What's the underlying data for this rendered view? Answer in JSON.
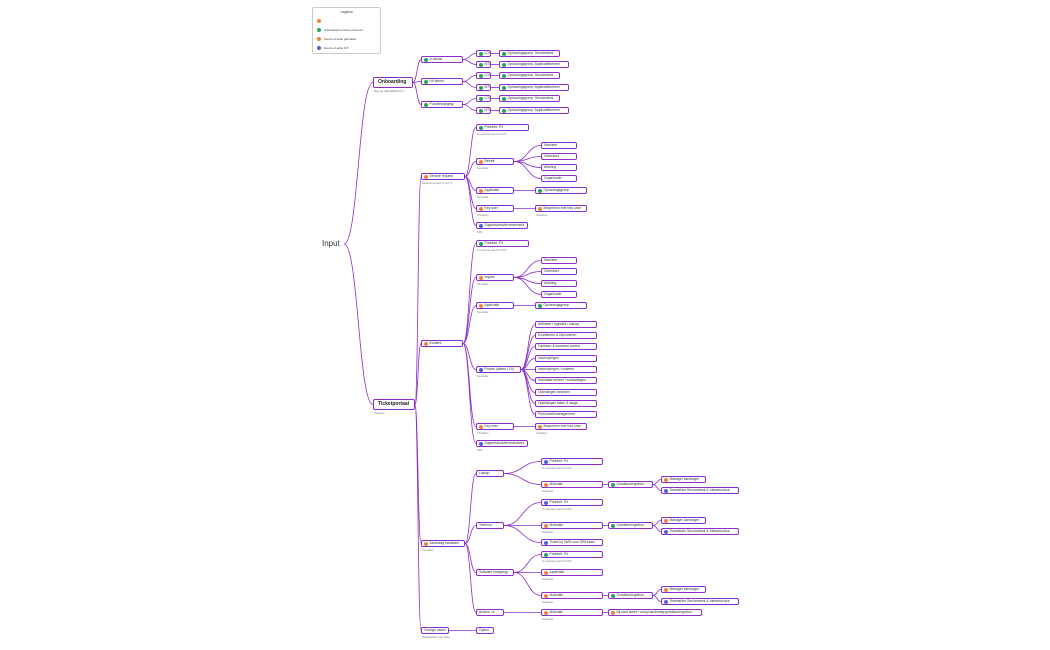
{
  "colors": {
    "edge": "#8a2ec8",
    "green": "#26a65b",
    "orange": "#f0843c",
    "blue": "#4f63d6"
  },
  "legend": {
    "title": "Legend",
    "items": [
      {
        "label": "...",
        "color": "orange"
      },
      {
        "label": "Automatisch proces of keuze ...",
        "color": "green"
      },
      {
        "label": "Keuze of actie gebruiker",
        "color": "orange"
      },
      {
        "label": "Keuze of actie ICT",
        "color": "blue"
      }
    ]
  },
  "nodes": [
    {
      "id": "root",
      "label": "Input",
      "type": "root"
    },
    {
      "id": "onb",
      "label": "Onboarding",
      "type": "big",
      "sub": "Mag via (HR/LERM/etc)(?)"
    },
    {
      "id": "tick",
      "label": "Ticketportaal",
      "type": "big",
      "sub": "Startpunt"
    },
    {
      "id": "ind",
      "label": "In dienst",
      "icon": "green"
    },
    {
      "id": "uit",
      "label": "Uit dienst",
      "icon": "green"
    },
    {
      "id": "fun",
      "label": "Functiewijziging",
      "icon": "green"
    },
    {
      "id": "ind_loi",
      "label": "LOI",
      "icon": "green"
    },
    {
      "id": "ind_nti",
      "label": "NTI",
      "icon": "green"
    },
    {
      "id": "uit_loi",
      "label": "LOI",
      "icon": "green"
    },
    {
      "id": "uit_nti",
      "label": "NTI",
      "icon": "green"
    },
    {
      "id": "fun_loi",
      "label": "LOI",
      "icon": "green"
    },
    {
      "id": "fun_nti",
      "label": "NTI",
      "icon": "green"
    },
    {
      "id": "o1",
      "label": "Oplossingsgroep: Servicedesk",
      "icon": "green"
    },
    {
      "id": "o2",
      "label": "Oplossingsgroep: Applicatiebeheer",
      "icon": "green"
    },
    {
      "id": "o3",
      "label": "Oplossingsgroep: Servicedesk",
      "icon": "green"
    },
    {
      "id": "o4",
      "label": "Oplossingsgroep: Applicatiebeheer",
      "icon": "green"
    },
    {
      "id": "o5",
      "label": "Oplossingsgroep: Servicedesk",
      "icon": "green"
    },
    {
      "id": "o6",
      "label": "Oplossingsgroep: Applicatiebeheer",
      "icon": "green"
    },
    {
      "id": "sr",
      "label": "Service request",
      "icon": "orange",
      "sub": "Request (service?) (incl ?)"
    },
    {
      "id": "inc",
      "label": "Incident",
      "icon": "orange"
    },
    {
      "id": "aan",
      "label": "Aanvraag hardware",
      "icon": "orange",
      "sub": "Keuzelijst"
    },
    {
      "id": "ove",
      "label": "Overige zaken",
      "sub": "Rechtstreeks naar SaTa"
    },
    {
      "id": "sr_p",
      "label": "Prioriteit: P3",
      "icon": "green",
      "sub": "To overrule naar P4 of P2"
    },
    {
      "id": "sr_b",
      "label": "Betreft",
      "icon": "orange",
      "sub": "Keuzelijst"
    },
    {
      "id": "sr_a",
      "label": "Applicatie",
      "icon": "orange",
      "sub": "Keuzelijst"
    },
    {
      "id": "sr_k",
      "label": "Key user",
      "icon": "orange",
      "sub": "Checkbox"
    },
    {
      "id": "sr_s",
      "label": "Supportdesk/tevredenheid",
      "icon": "blue",
      "sub": "KPIs"
    },
    {
      "id": "sr_b1",
      "label": "Wachten"
    },
    {
      "id": "sr_b2",
      "label": "Gebruiker"
    },
    {
      "id": "sr_b3",
      "label": "Afdeling"
    },
    {
      "id": "sr_b4",
      "label": "Organisatie"
    },
    {
      "id": "sr_a1",
      "label": "Oplossingsgroep",
      "icon": "green"
    },
    {
      "id": "sr_k1",
      "label": "Bespreken met Key User",
      "icon": "orange",
      "sub": "Checkbox"
    },
    {
      "id": "inc_p",
      "label": "Prioriteit: P3",
      "icon": "green",
      "sub": "To overrule naar P1 of P2"
    },
    {
      "id": "inc_i",
      "label": "Impact",
      "icon": "orange",
      "sub": "Keuzelijst"
    },
    {
      "id": "inc_a",
      "label": "Applicatie",
      "icon": "orange",
      "sub": "Keuzelijst"
    },
    {
      "id": "inc_pr",
      "label": "Proces (alleen LOI)",
      "icon": "blue",
      "sub": "Keuzelijst"
    },
    {
      "id": "inc_k",
      "label": "Key user",
      "icon": "orange",
      "sub": "Checkbox"
    },
    {
      "id": "inc_s",
      "label": "Supportdesk/tevredenheid",
      "icon": "blue",
      "sub": "KPIs"
    },
    {
      "id": "inc_i1",
      "label": "Wachten"
    },
    {
      "id": "inc_i2",
      "label": "Gebruiker"
    },
    {
      "id": "inc_i3",
      "label": "Afdeling"
    },
    {
      "id": "inc_i4",
      "label": "Organisatie"
    },
    {
      "id": "inc_a1",
      "label": "Oplossingsgroep",
      "icon": "green"
    },
    {
      "id": "pr1",
      "label": "Artikelen / logistiek / inkoop"
    },
    {
      "id": "pr2",
      "label": "Examinerin & Diplomeren"
    },
    {
      "id": "pr3",
      "label": "Facturen & business control"
    },
    {
      "id": "pr4",
      "label": "Inschrijvingen"
    },
    {
      "id": "pr5",
      "label": "Inschrijvingen / routeren"
    },
    {
      "id": "pr6",
      "label": "Klantdata beheer / contactlagen"
    },
    {
      "id": "pr7",
      "label": "Opleidingen inrichten"
    },
    {
      "id": "pr8",
      "label": "Opleidingen taken & stage"
    },
    {
      "id": "pr9",
      "label": "Personeelsmanagement"
    },
    {
      "id": "inc_k1",
      "label": "Bespreken met Key User",
      "icon": "orange",
      "sub": "Checkbox"
    },
    {
      "id": "lap",
      "label": "Laptop"
    },
    {
      "id": "tel",
      "label": "Telefoon"
    },
    {
      "id": "sof",
      "label": "Software (toegang)"
    },
    {
      "id": "and",
      "label": "Anders, nl."
    },
    {
      "id": "opt",
      "label": "Opties"
    },
    {
      "id": "lap_p",
      "label": "Prioriteit: P4",
      "icon": "blue",
      "sub": "To overrule naar P4 of P2"
    },
    {
      "id": "lap_m",
      "label": "Motivatie",
      "icon": "orange",
      "sub": "Tekstveld"
    },
    {
      "id": "lap_g",
      "label": "Goedkeuringsflow",
      "icon": "green"
    },
    {
      "id": "lap_g1",
      "label": "Manager aanvrager",
      "icon": "orange"
    },
    {
      "id": "lap_g2",
      "label": "Teamleider Servicedesk & Infrastructuur",
      "icon": "blue"
    },
    {
      "id": "tel_p",
      "label": "Prioriteit: P4",
      "icon": "blue",
      "sub": "To overrule naar P4 of P2"
    },
    {
      "id": "tel_m",
      "label": "Motivatie",
      "icon": "orange",
      "sub": "Tekstveld"
    },
    {
      "id": "tel_t",
      "label": "Ticket bij SaTa voor SIM-kaart",
      "icon": "blue"
    },
    {
      "id": "tel_g",
      "label": "Goedkeuringsflow",
      "icon": "green"
    },
    {
      "id": "tel_g1",
      "label": "Manager aanvrager",
      "icon": "orange"
    },
    {
      "id": "tel_g2",
      "label": "Teamleider Servicedesk & Infrastructuur",
      "icon": "blue"
    },
    {
      "id": "sof_p",
      "label": "Prioriteit: P4",
      "icon": "green",
      "sub": "To overrule naar P4 of P2"
    },
    {
      "id": "sof_a",
      "label": "Applicatie",
      "icon": "orange",
      "sub": "Tekstveld"
    },
    {
      "id": "sof_m",
      "label": "Motivatie",
      "icon": "orange",
      "sub": "Tekstveld"
    },
    {
      "id": "sof_g",
      "label": "Goedkeuringsflow",
      "icon": "green"
    },
    {
      "id": "sof_g1",
      "label": "Manager aanvrager",
      "icon": "orange"
    },
    {
      "id": "sof_g2",
      "label": "Teamleider Servicedesk & Infrastructuur",
      "icon": "blue"
    },
    {
      "id": "and_m",
      "label": "Motivatie",
      "icon": "orange",
      "sub": "Tekstveld"
    },
    {
      "id": "and_b",
      "label": "Bij start ticket / volog handmatig goedkeuringsflow",
      "icon": "orange"
    }
  ],
  "edges": [
    [
      "root",
      "onb"
    ],
    [
      "root",
      "tick"
    ],
    [
      "onb",
      "ind"
    ],
    [
      "onb",
      "uit"
    ],
    [
      "onb",
      "fun"
    ],
    [
      "ind",
      "ind_loi"
    ],
    [
      "ind",
      "ind_nti"
    ],
    [
      "uit",
      "uit_loi"
    ],
    [
      "uit",
      "uit_nti"
    ],
    [
      "fun",
      "fun_loi"
    ],
    [
      "fun",
      "fun_nti"
    ],
    [
      "ind_loi",
      "o1"
    ],
    [
      "ind_nti",
      "o2"
    ],
    [
      "uit_loi",
      "o3"
    ],
    [
      "uit_nti",
      "o4"
    ],
    [
      "fun_loi",
      "o5"
    ],
    [
      "fun_nti",
      "o6"
    ],
    [
      "tick",
      "sr"
    ],
    [
      "tick",
      "inc"
    ],
    [
      "tick",
      "aan"
    ],
    [
      "tick",
      "ove"
    ],
    [
      "sr",
      "sr_p"
    ],
    [
      "sr",
      "sr_b"
    ],
    [
      "sr",
      "sr_a"
    ],
    [
      "sr",
      "sr_k"
    ],
    [
      "sr",
      "sr_s"
    ],
    [
      "sr_b",
      "sr_b1"
    ],
    [
      "sr_b",
      "sr_b2"
    ],
    [
      "sr_b",
      "sr_b3"
    ],
    [
      "sr_b",
      "sr_b4"
    ],
    [
      "sr_a",
      "sr_a1"
    ],
    [
      "sr_k",
      "sr_k1"
    ],
    [
      "inc",
      "inc_p"
    ],
    [
      "inc",
      "inc_i"
    ],
    [
      "inc",
      "inc_a"
    ],
    [
      "inc",
      "inc_pr"
    ],
    [
      "inc",
      "inc_k"
    ],
    [
      "inc",
      "inc_s"
    ],
    [
      "inc_i",
      "inc_i1"
    ],
    [
      "inc_i",
      "inc_i2"
    ],
    [
      "inc_i",
      "inc_i3"
    ],
    [
      "inc_i",
      "inc_i4"
    ],
    [
      "inc_a",
      "inc_a1"
    ],
    [
      "inc_pr",
      "pr1"
    ],
    [
      "inc_pr",
      "pr2"
    ],
    [
      "inc_pr",
      "pr3"
    ],
    [
      "inc_pr",
      "pr4"
    ],
    [
      "inc_pr",
      "pr5"
    ],
    [
      "inc_pr",
      "pr6"
    ],
    [
      "inc_pr",
      "pr7"
    ],
    [
      "inc_pr",
      "pr8"
    ],
    [
      "inc_pr",
      "pr9"
    ],
    [
      "inc_k",
      "inc_k1"
    ],
    [
      "aan",
      "lap"
    ],
    [
      "aan",
      "tel"
    ],
    [
      "aan",
      "sof"
    ],
    [
      "aan",
      "and"
    ],
    [
      "ove",
      "opt"
    ],
    [
      "lap",
      "lap_p"
    ],
    [
      "lap",
      "lap_m"
    ],
    [
      "lap_m",
      "lap_g"
    ],
    [
      "lap_g",
      "lap_g1"
    ],
    [
      "lap_g",
      "lap_g2"
    ],
    [
      "tel",
      "tel_p"
    ],
    [
      "tel",
      "tel_m"
    ],
    [
      "tel",
      "tel_t"
    ],
    [
      "tel_m",
      "tel_g"
    ],
    [
      "tel_g",
      "tel_g1"
    ],
    [
      "tel_g",
      "tel_g2"
    ],
    [
      "sof",
      "sof_p"
    ],
    [
      "sof",
      "sof_a"
    ],
    [
      "sof",
      "sof_m"
    ],
    [
      "sof_m",
      "sof_g"
    ],
    [
      "sof_g",
      "sof_g1"
    ],
    [
      "sof_g",
      "sof_g2"
    ],
    [
      "and",
      "and_m"
    ],
    [
      "and_m",
      "and_b"
    ]
  ]
}
